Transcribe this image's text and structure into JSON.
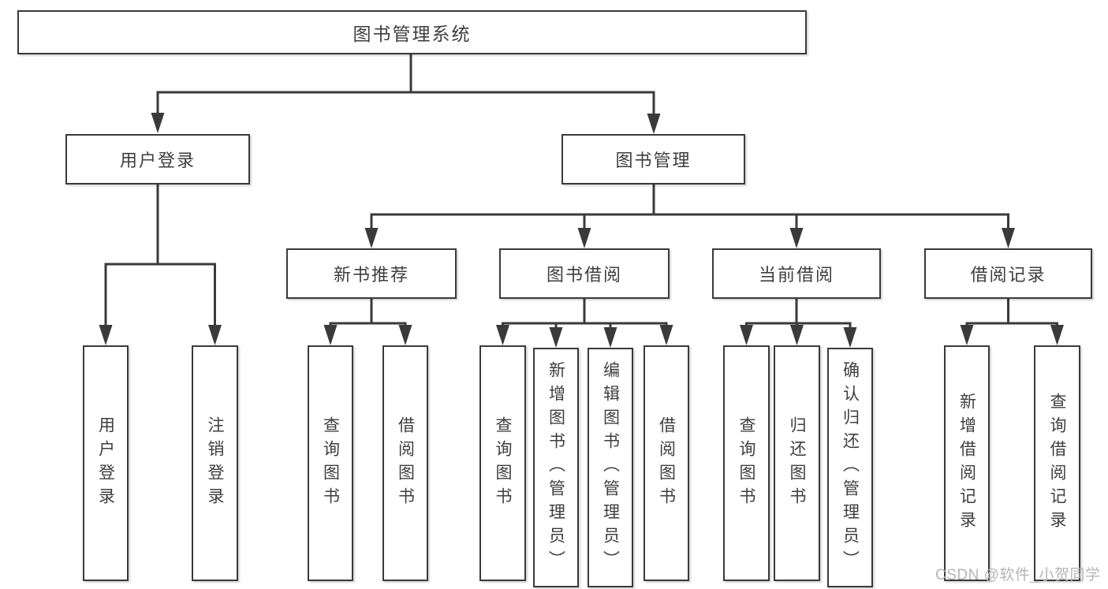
{
  "diagram": {
    "title": "图书管理系统",
    "colors": {
      "line": "#3a3a3a",
      "text": "#3e3e3e",
      "box_background": "#ffffff",
      "watermark": "#b9b4b4"
    },
    "nodes": {
      "root": {
        "label": "图书管理系统"
      },
      "user_login": {
        "label": "用户登录"
      },
      "book_mgmt": {
        "label": "图书管理"
      },
      "new_books": {
        "label": "新书推荐"
      },
      "book_borrow": {
        "label": "图书借阅"
      },
      "current_borrow": {
        "label": "当前借阅"
      },
      "borrow_records": {
        "label": "借阅记录"
      },
      "login": {
        "label": "用户登录"
      },
      "logout": {
        "label": "注销登录"
      },
      "nb_query": {
        "label": "查询图书"
      },
      "nb_borrow": {
        "label": "借阅图书"
      },
      "bw_query": {
        "label": "查询图书"
      },
      "bw_add": {
        "label": "新增图书（管理员）"
      },
      "bw_edit": {
        "label": "编辑图书（管理员）"
      },
      "bw_borrow": {
        "label": "借阅图书"
      },
      "cur_query": {
        "label": "查询图书"
      },
      "cur_return": {
        "label": "归还图书"
      },
      "cur_confirm": {
        "label": "确认归还（管理员）"
      },
      "rec_add": {
        "label": "新增借阅记录"
      },
      "rec_query": {
        "label": "查询借阅记录"
      }
    },
    "watermark": "CSDN @软件_小贺同学"
  }
}
